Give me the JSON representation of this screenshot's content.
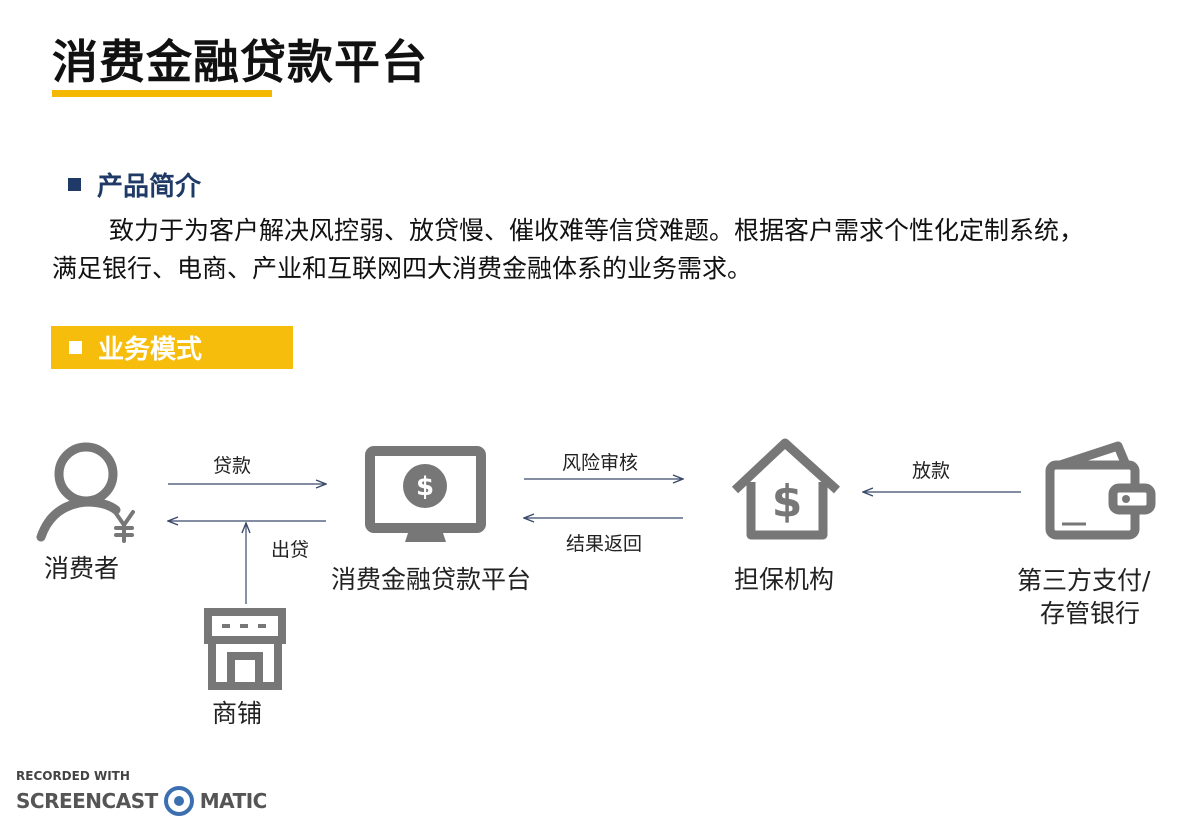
{
  "title": "消费金融贷款平台",
  "intro_section": {
    "heading": "产品简介",
    "text": "致力于为客户解决风控弱、放贷慢、催收难等信贷难题。根据客户需求个性化定制系统，满足银行、电商、产业和互联网四大消费金融体系的业务需求。"
  },
  "mode_section": {
    "heading": "业务模式"
  },
  "diagram": {
    "nodes": {
      "consumer": {
        "label": "消费者",
        "icon": "person-yuan-icon"
      },
      "platform": {
        "label": "消费金融贷款平台",
        "icon": "monitor-dollar-icon"
      },
      "guarantor": {
        "label": "担保机构",
        "icon": "house-dollar-icon"
      },
      "bank_line1": "第三方支付/",
      "bank_line2": "存管银行",
      "bank_icon": "wallet-icon",
      "shop": {
        "label": "商铺",
        "icon": "store-icon"
      }
    },
    "edges": {
      "loan": "贷款",
      "payout": "出贷",
      "risk_review": "风险审核",
      "result_return": "结果返回",
      "disburse": "放款"
    }
  },
  "watermark": {
    "line1": "RECORDED WITH",
    "left": "SCREENCAST",
    "right": "MATIC"
  },
  "colors": {
    "accent_yellow": "#f7bd0c",
    "navy": "#1f3a66",
    "icon_gray": "#777777",
    "arrow_navy": "#3a4a6b"
  }
}
